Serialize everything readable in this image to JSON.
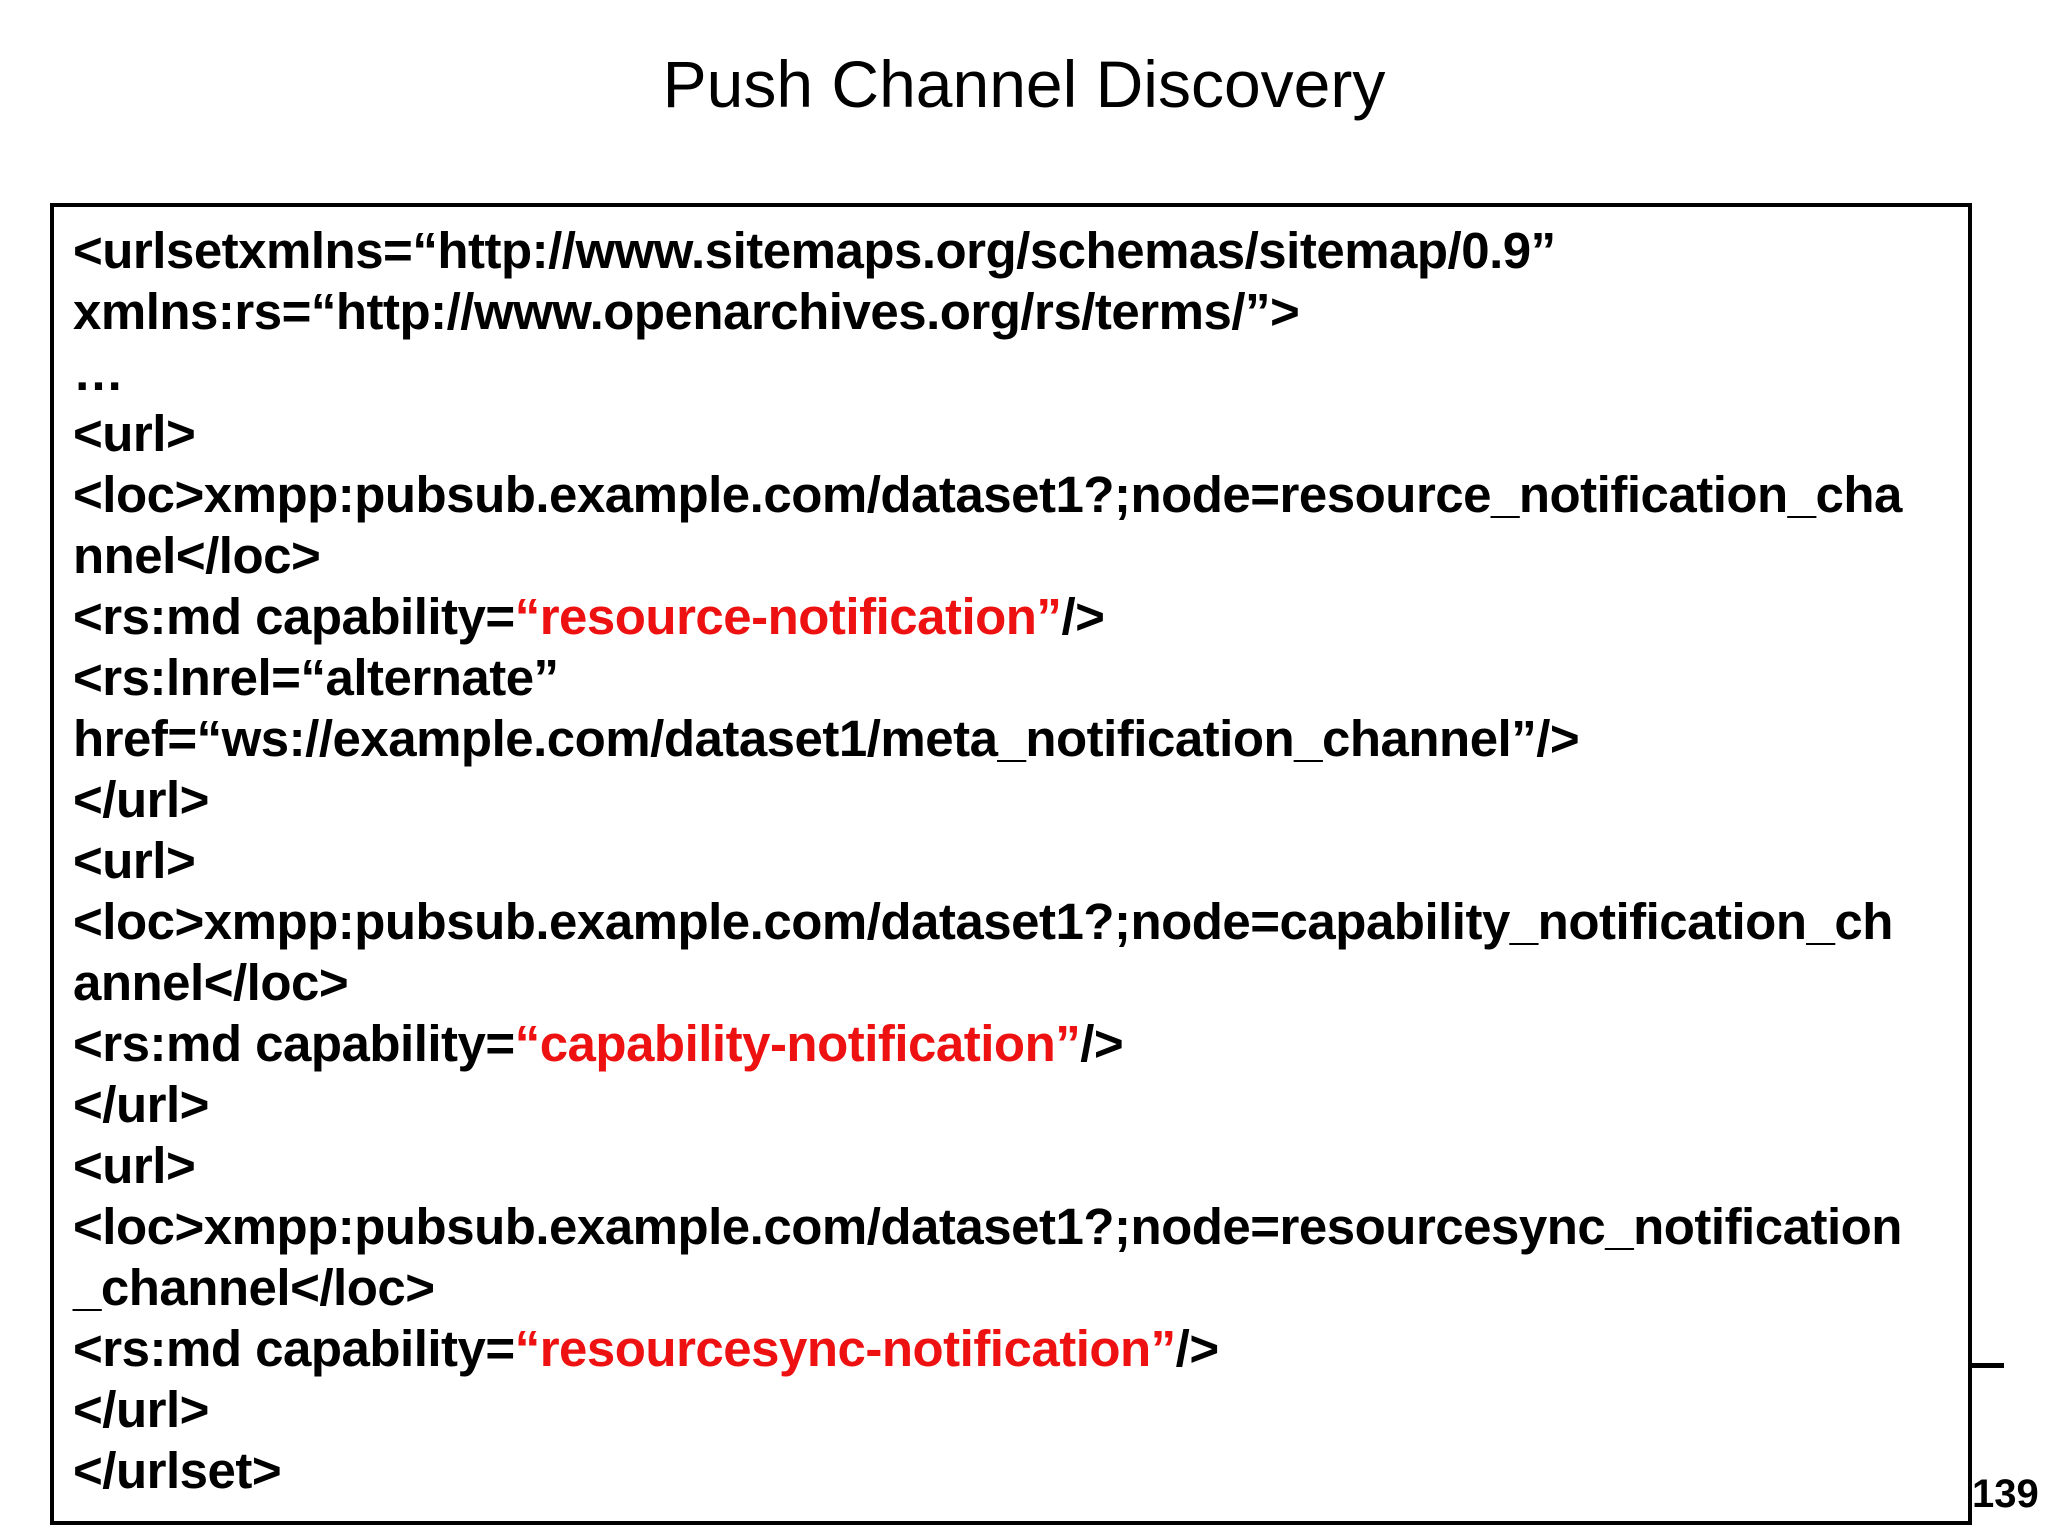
{
  "title": "Push Channel Discovery",
  "page_number": "139",
  "colors": {
    "background": "#ffffff",
    "text": "#000000",
    "highlight": "#ee1111",
    "border": "#000000"
  },
  "code_box": {
    "lines": [
      {
        "segments": [
          {
            "text": "<urlsetxmlns=“http://www.sitemaps.org/schemas/sitemap/0.9”",
            "color": "default"
          }
        ]
      },
      {
        "segments": [
          {
            "text": "xmlns:rs=“http://www.openarchives.org/rs/terms/”>",
            "color": "default"
          }
        ]
      },
      {
        "segments": [
          {
            "text": "…",
            "color": "default"
          }
        ]
      },
      {
        "segments": [
          {
            "text": "<url>",
            "color": "default"
          }
        ]
      },
      {
        "segments": [
          {
            "text": "<loc>xmpp:pubsub.example.com/dataset1?;node=resource_notification_cha",
            "color": "default"
          }
        ]
      },
      {
        "segments": [
          {
            "text": "nnel</loc>",
            "color": "default"
          }
        ]
      },
      {
        "segments": [
          {
            "text": "<rs:md capability=",
            "color": "default"
          },
          {
            "text": "“resource-notification”",
            "color": "highlight"
          },
          {
            "text": "/>",
            "color": "default"
          }
        ]
      },
      {
        "segments": [
          {
            "text": "<rs:lnrel=“alternate”",
            "color": "default"
          }
        ]
      },
      {
        "segments": [
          {
            "text": "href=“ws://example.com/dataset1/meta_notification_channel”/>",
            "color": "default"
          }
        ]
      },
      {
        "segments": [
          {
            "text": "</url>",
            "color": "default"
          }
        ]
      },
      {
        "segments": [
          {
            "text": "<url>",
            "color": "default"
          }
        ]
      },
      {
        "segments": [
          {
            "text": "<loc>xmpp:pubsub.example.com/dataset1?;node=capability_notification_ch",
            "color": "default"
          }
        ]
      },
      {
        "segments": [
          {
            "text": "annel</loc>",
            "color": "default"
          }
        ]
      },
      {
        "segments": [
          {
            "text": "<rs:md capability=",
            "color": "default"
          },
          {
            "text": "“capability-notification”",
            "color": "highlight"
          },
          {
            "text": "/>",
            "color": "default"
          }
        ]
      },
      {
        "segments": [
          {
            "text": "</url>",
            "color": "default"
          }
        ]
      },
      {
        "segments": [
          {
            "text": "<url>",
            "color": "default"
          }
        ]
      },
      {
        "segments": [
          {
            "text": "<loc>xmpp:pubsub.example.com/dataset1?;node=resourcesync_notification",
            "color": "default"
          }
        ]
      },
      {
        "segments": [
          {
            "text": "_channel</loc>",
            "color": "default"
          }
        ]
      },
      {
        "segments": [
          {
            "text": "<rs:md capability=",
            "color": "default"
          },
          {
            "text": "“resourcesync-notification”",
            "color": "highlight"
          },
          {
            "text": "/>",
            "color": "default"
          }
        ]
      },
      {
        "segments": [
          {
            "text": "</url>",
            "color": "default"
          }
        ]
      },
      {
        "segments": [
          {
            "text": "</urlset>",
            "color": "default"
          }
        ]
      }
    ]
  }
}
